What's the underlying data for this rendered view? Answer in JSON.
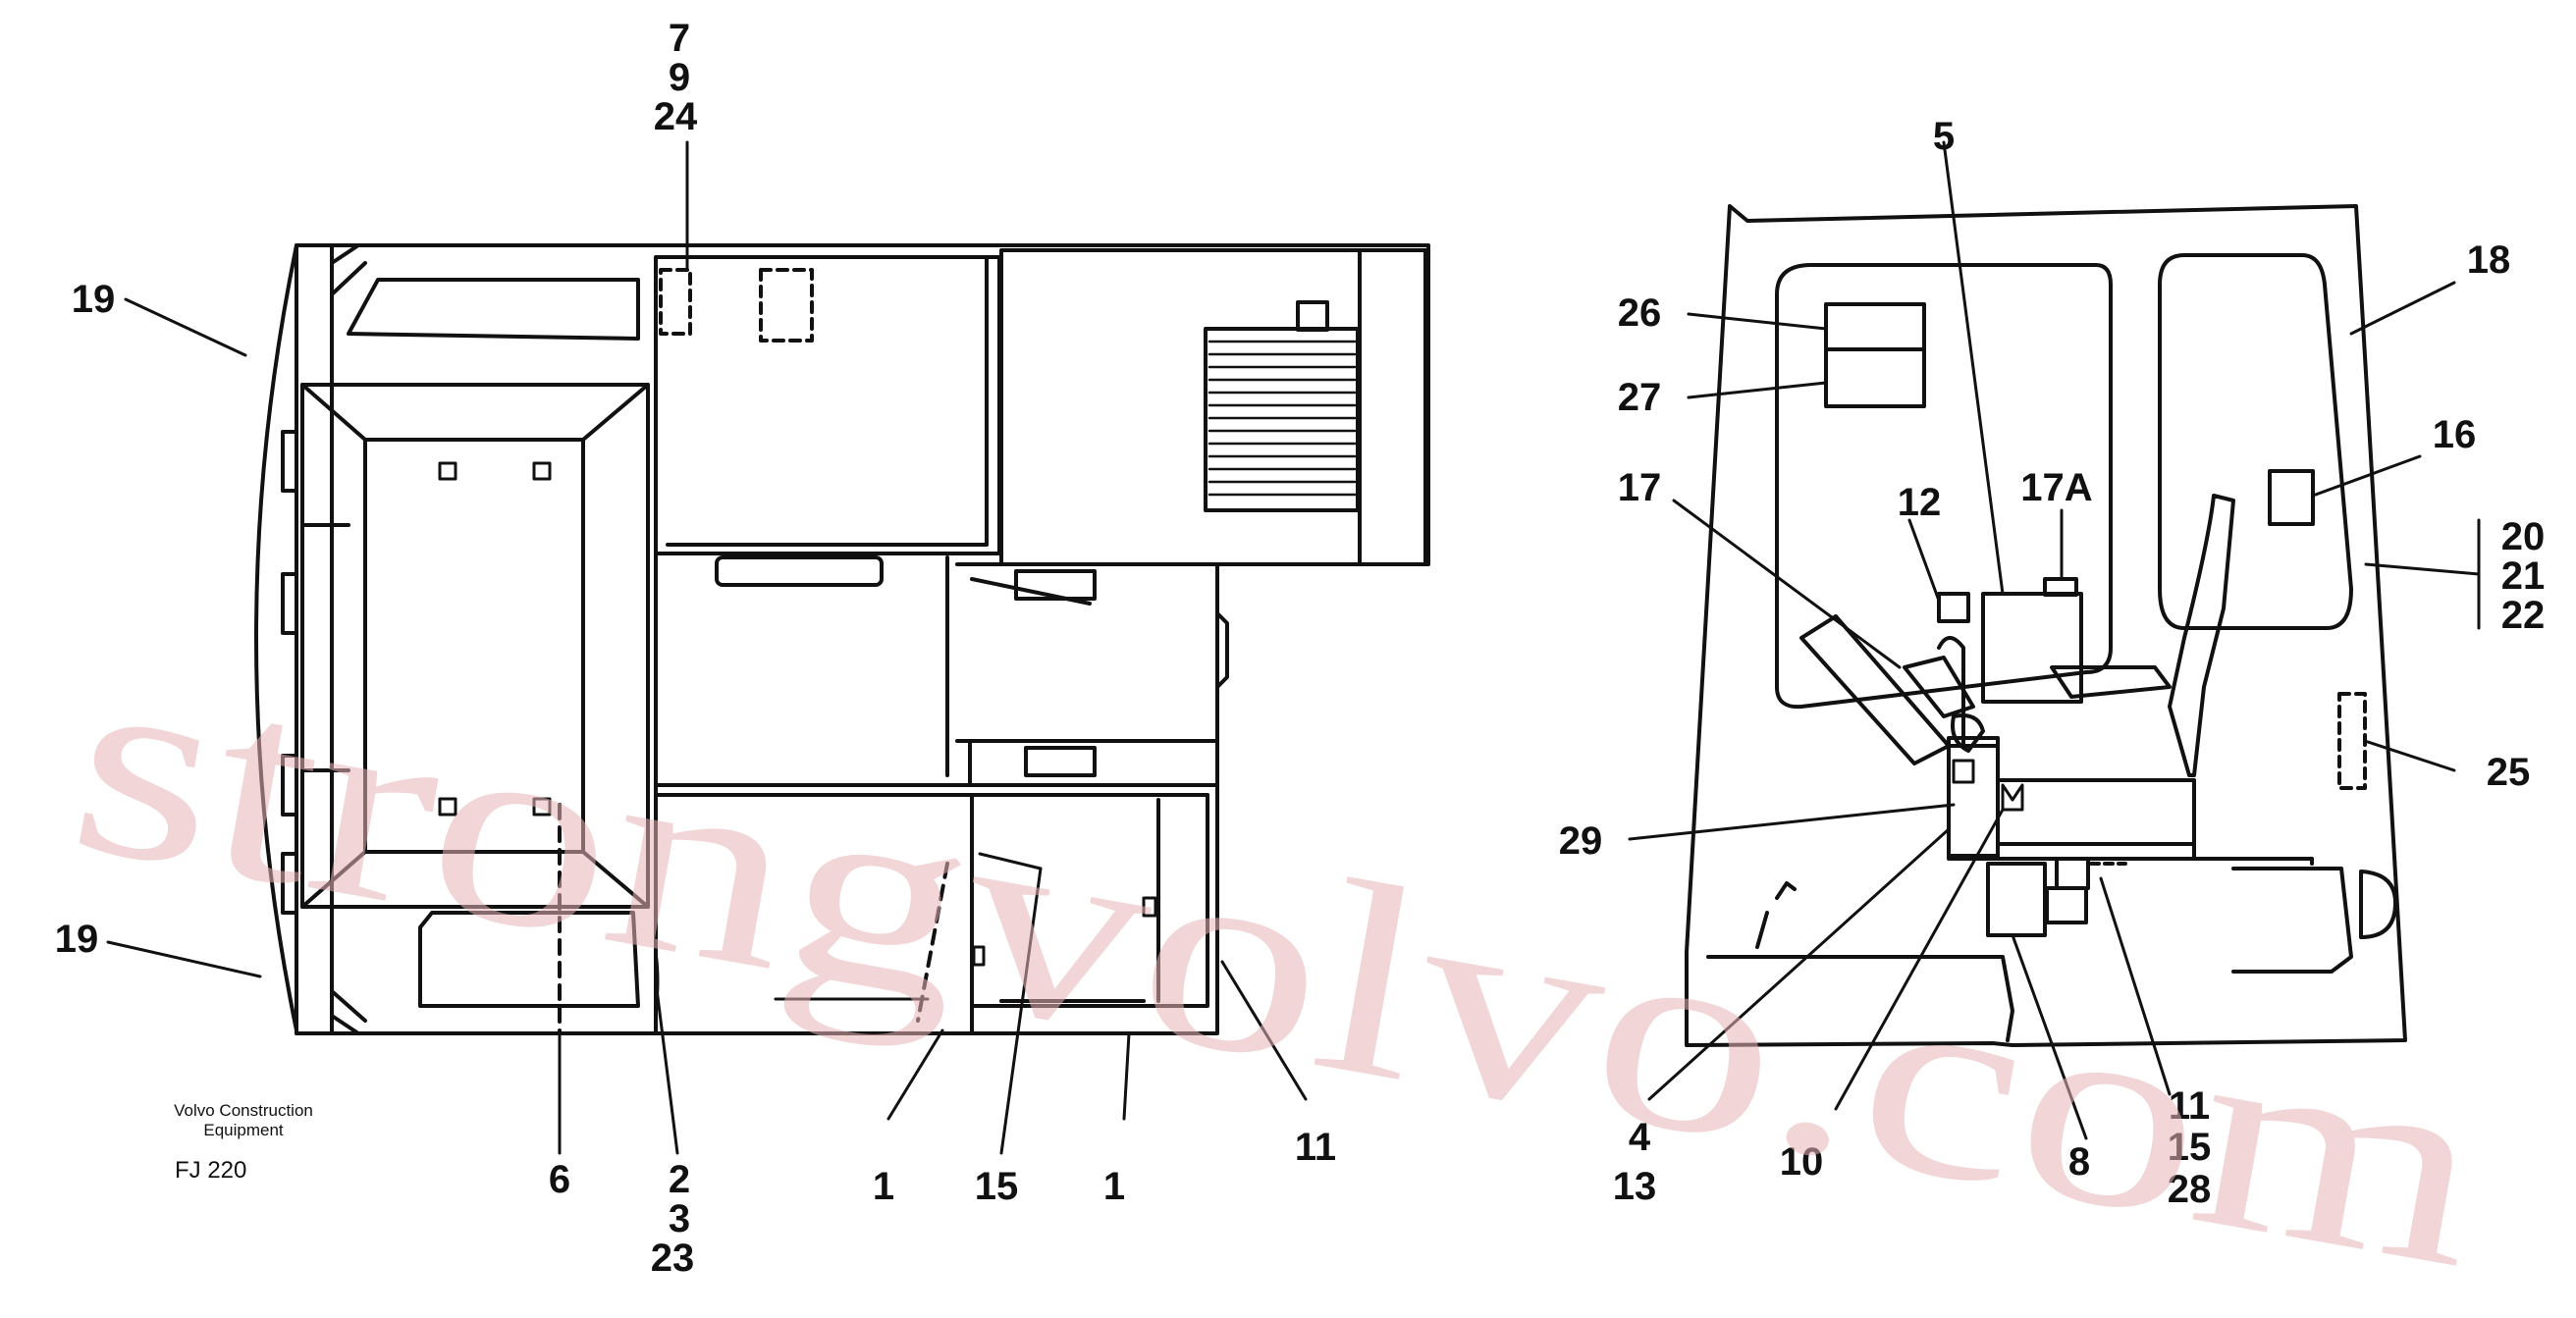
{
  "callouts": {
    "c_7": "7",
    "c_9": "9",
    "c_24": "24",
    "c_19a": "19",
    "c_19b": "19",
    "c_6": "6",
    "c_2": "2",
    "c_3": "3",
    "c_23": "23",
    "c_1a": "1",
    "c_15a": "15",
    "c_1b": "1",
    "c_11a": "11",
    "c_5": "5",
    "c_18": "18",
    "c_26": "26",
    "c_27": "27",
    "c_16": "16",
    "c_17": "17",
    "c_12": "12",
    "c_17A": "17A",
    "c_20": "20",
    "c_21": "21",
    "c_22": "22",
    "c_25": "25",
    "c_29": "29",
    "c_4": "4",
    "c_13": "13",
    "c_10": "10",
    "c_8": "8",
    "c_11b": "11",
    "c_15b": "15",
    "c_28": "28"
  },
  "caption": {
    "company_line1": "Volvo Construction",
    "company_line2": "Equipment",
    "code": "FJ 220"
  },
  "watermark": "strongvolvo.com",
  "colors": {
    "line": "#111111",
    "watermark": "#e8b4b8",
    "background": "#ffffff"
  }
}
